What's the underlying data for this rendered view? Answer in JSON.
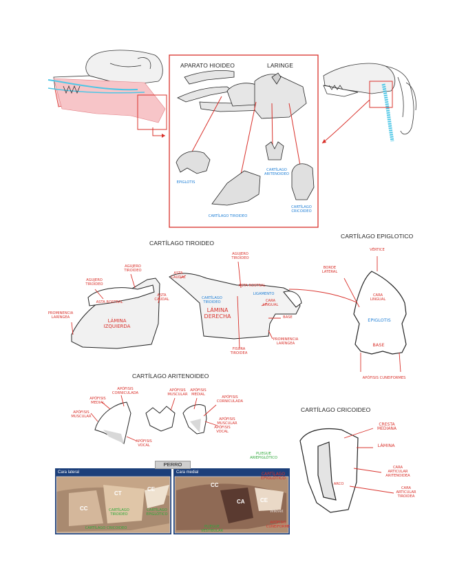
{
  "titles": {
    "aparato": "APARATO HIOIDEO",
    "laringe": "LARINGE",
    "tiroideo": "CARTÍLAGO TIROIDEO",
    "epiglotico": "CARTÍLAGO EPIGLOTICO",
    "aritenoideo": "CARTÍLAGO ARITENOIDEO",
    "cricoideo": "CARTÍLAGO CRICOIDEO"
  },
  "overview_labels": {
    "epiglotis": "EPIGLOTIS",
    "aritenoideo": "CARTÍLAGO\nARITENOIDEO",
    "tiroideo": "CARTÍLAGO TIROIDEO",
    "cricoideo": "CARTÍLAGO\nCRICOIDEO"
  },
  "tiroideo_labels": {
    "asta_rostral_left": "ASTA ROSTRAL",
    "asta_caudal_left": "ASTA\nCAUDAL",
    "asta_caudal_mid": "ASTA\nCAUDAL",
    "lamina_izquierda": "LÁMINA\nIZQUIERDA",
    "lamina_derecha": "LÁMINA\nDERECHA",
    "prominencia_left": "PROMINENCIA\nLARÍNGEA",
    "agujero_1": "AGUJERO\nTIROIDEO",
    "agujero_2": "AGUJERO\nTIROIDEO",
    "agujero_3": "AGUJERO\nTIROIDEO",
    "cartilago_tiroideo": "CARTÍLAGO\nTIROIDEO",
    "asta_rostral_right": "ASTA ROSTRAL",
    "cara_lingual": "CARA\nLINGUAL",
    "base": "BASE",
    "fisura_tiroidea": "FISURA\nTIROIDEA",
    "prominencia_right": "PROMINENCIA\nLARÍNGEA",
    "ligamento": "LIGAMENTO"
  },
  "epiglotis_labels": {
    "vertice": "VÉRTICE",
    "borde_lateral": "BORDE\nLATERAL",
    "cara_lingual": "CARA\nLINGUAL",
    "epiglotis": "EPIGLOTIS",
    "base": "BASE",
    "apofisis_cuneiformes": "APÓFISIS CUNEIFORMES"
  },
  "aritenoideo_labels": {
    "apofisis_corniculada_1": "APÓFISIS\nCORNICULADA",
    "apofisis_medial": "APÓFISIS\nMEDIAL",
    "apofisis_muscular_1": "APÓFISIS\nMUSCULAR",
    "apofisis_muscular_2": "APÓFISIS\nMUSCULAR",
    "apofisis_medial_2": "APÓFISIS\nMEDIAL",
    "apofisis_corniculada_2": "APÓFISIS\nCORNICULADA",
    "apofisis_muscular_3": "APÓFISIS\nMUSCULAR",
    "apofisis_vocal_1": "APÓFISIS\nVOCAL",
    "apofisis_vocal_2": "APÓFISIS\nVOCAL"
  },
  "cricoideo_labels": {
    "cresta_mediana": "CRESTA\nMEDIANA",
    "lamina": "LÁMINA",
    "cara_articular_aritenoidea": "CARA\nARTICULAR\nARITENOIDEA",
    "cara_articular_tiroidea": "CARA\nARTICULAR\nTIROIDEA",
    "arco": "ARCO"
  },
  "photo": {
    "tag": "PERRO",
    "left_title": "Cara lateral",
    "right_title": "Cara medial",
    "cc": "CC",
    "ct": "CT",
    "ce": "CE",
    "ca": "CA",
    "left_green_1": "CARTÍLAGO\nEPIGLÓTICO",
    "left_green_2": "CARTÍLAGO CRICOIDEO",
    "left_green_3": "CARTÍLAGO\nTIROIDEO",
    "right_green_1": "PLIEGUE\nARIEPIGLÓTICO",
    "right_green_2": "PLIEGUE\nVESTIBULAR",
    "right_red_1": "CARTÍLAGO\nEPIGLÓTICO",
    "right_red_2": "APÓFISIS\nCUNEIFORME",
    "watermark": "Wikivet"
  }
}
